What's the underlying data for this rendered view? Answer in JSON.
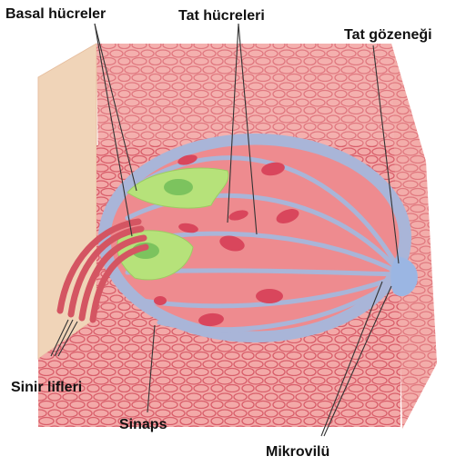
{
  "labels": {
    "basal": "Basal hücreler",
    "tat_hucreleri": "Tat hücreleri",
    "tat_gozenegi": "Tat gözeneği",
    "sinir_lifleri": "Sinir lifleri",
    "sinaps": "Sinaps",
    "mikrovilu": "Mikrovilü"
  },
  "colors": {
    "tissue_front": "#f3a9a8",
    "tissue_top": "#f7c6c0",
    "tissue_side": "#f4b7b0",
    "cell_outline": "#d85e6a",
    "tissue_edge": "#f0d4b8",
    "bud_body": "#ee8b8f",
    "bud_membrane": "#a9b5d8",
    "nucleus": "#d9465c",
    "basal_cell": "#b6e27a",
    "basal_nucleus": "#7cc35e",
    "pore": "#9bb6e3",
    "nerve": "#d45562",
    "nerve_gap": "#f6d1c4",
    "leader": "#333333"
  }
}
